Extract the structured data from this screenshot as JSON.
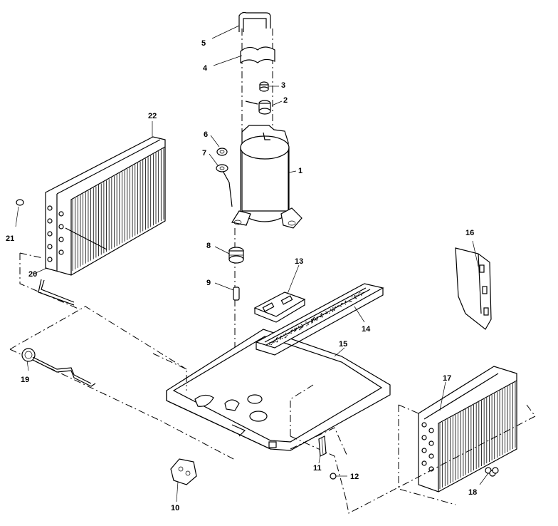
{
  "labels": {
    "p1": "1",
    "p2": "2",
    "p3": "3",
    "p4": "4",
    "p5": "5",
    "p6": "6",
    "p7": "7",
    "p8": "8",
    "p9": "9",
    "p10": "10",
    "p11": "11",
    "p12": "12",
    "p13": "13",
    "p14": "14",
    "p15": "15",
    "p16": "16",
    "p17": "17",
    "p18": "18",
    "p19": "19",
    "p20": "20",
    "p21": "21",
    "p22": "22"
  },
  "colors": {
    "ink": "#000000",
    "paper": "#ffffff"
  }
}
